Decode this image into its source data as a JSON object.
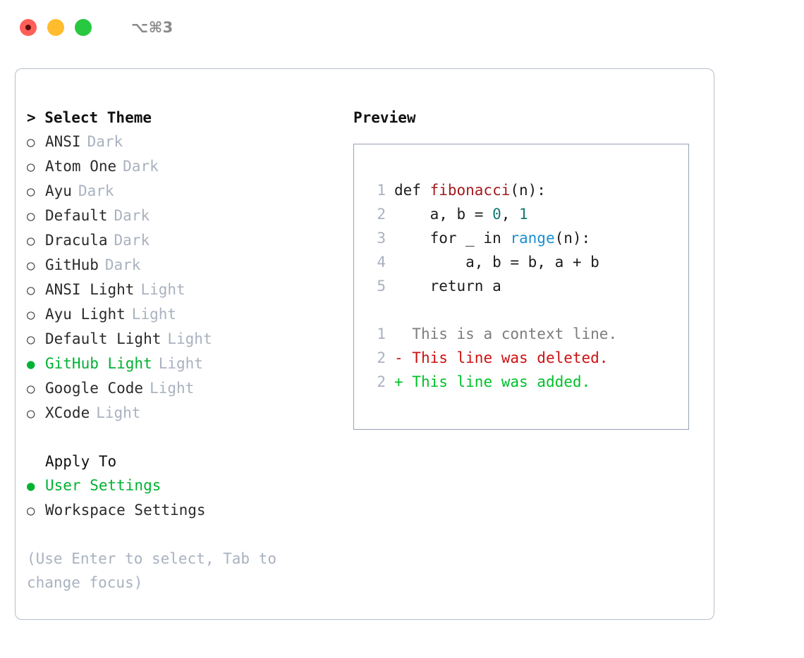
{
  "titlebar": {
    "shortcut": "⌥⌘3",
    "buttons": [
      "close",
      "minimize",
      "maximize"
    ]
  },
  "theme_picker": {
    "heading": "> Select Theme",
    "selected": "GitHub Light",
    "options": [
      {
        "bullet": "○",
        "name": "ANSI",
        "tag": "Dark",
        "selected": false
      },
      {
        "bullet": "○",
        "name": "Atom One",
        "tag": "Dark",
        "selected": false
      },
      {
        "bullet": "○",
        "name": "Ayu",
        "tag": "Dark",
        "selected": false
      },
      {
        "bullet": "○",
        "name": "Default",
        "tag": "Dark",
        "selected": false
      },
      {
        "bullet": "○",
        "name": "Dracula",
        "tag": "Dark",
        "selected": false
      },
      {
        "bullet": "○",
        "name": "GitHub",
        "tag": "Dark",
        "selected": false
      },
      {
        "bullet": "○",
        "name": "ANSI Light",
        "tag": "Light",
        "selected": false
      },
      {
        "bullet": "○",
        "name": "Ayu Light",
        "tag": "Light",
        "selected": false
      },
      {
        "bullet": "○",
        "name": "Default Light",
        "tag": "Light",
        "selected": false
      },
      {
        "bullet": "●",
        "name": "GitHub Light",
        "tag": "Light",
        "selected": true
      },
      {
        "bullet": "○",
        "name": "Google Code",
        "tag": "Light",
        "selected": false
      },
      {
        "bullet": "○",
        "name": "XCode",
        "tag": "Light",
        "selected": false
      }
    ]
  },
  "apply_to": {
    "heading": "Apply To",
    "selected": "User Settings",
    "options": [
      {
        "bullet": "●",
        "name": "User Settings",
        "selected": true
      },
      {
        "bullet": "○",
        "name": "Workspace Settings",
        "selected": false
      }
    ]
  },
  "hint": "(Use Enter to select, Tab to change focus)",
  "preview": {
    "title": "Preview",
    "code_lines": [
      {
        "number": "1",
        "tokens": [
          {
            "text": "def ",
            "style": "plain"
          },
          {
            "text": "fibonacci",
            "style": "fn"
          },
          {
            "text": "(n):",
            "style": "plain"
          }
        ]
      },
      {
        "number": "2",
        "tokens": [
          {
            "text": "    a, b = ",
            "style": "plain"
          },
          {
            "text": "0",
            "style": "num"
          },
          {
            "text": ", ",
            "style": "plain"
          },
          {
            "text": "1",
            "style": "num"
          }
        ]
      },
      {
        "number": "3",
        "tokens": [
          {
            "text": "    for _ in ",
            "style": "plain"
          },
          {
            "text": "range",
            "style": "builtin"
          },
          {
            "text": "(n):",
            "style": "plain"
          }
        ]
      },
      {
        "number": "4",
        "tokens": [
          {
            "text": "        a, b = b, a + b",
            "style": "plain"
          }
        ]
      },
      {
        "number": "5",
        "tokens": [
          {
            "text": "    return a",
            "style": "plain"
          }
        ]
      }
    ],
    "diff_lines": [
      {
        "number": "1",
        "marker": "  ",
        "text": "This is a context line.",
        "kind": "context"
      },
      {
        "number": "2",
        "marker": "- ",
        "text": "This line was deleted.",
        "kind": "deleted"
      },
      {
        "number": "2",
        "marker": "+ ",
        "text": "This line was added.",
        "kind": "added"
      }
    ]
  },
  "colors": {
    "accent_green": "#00b232",
    "muted": "#a9b2bf",
    "border": "#b6bfcc",
    "function": "#a4191e",
    "number": "#137a72",
    "builtin": "#1a8fd1",
    "diff_deleted": "#cc1111",
    "diff_added": "#00c02a"
  }
}
